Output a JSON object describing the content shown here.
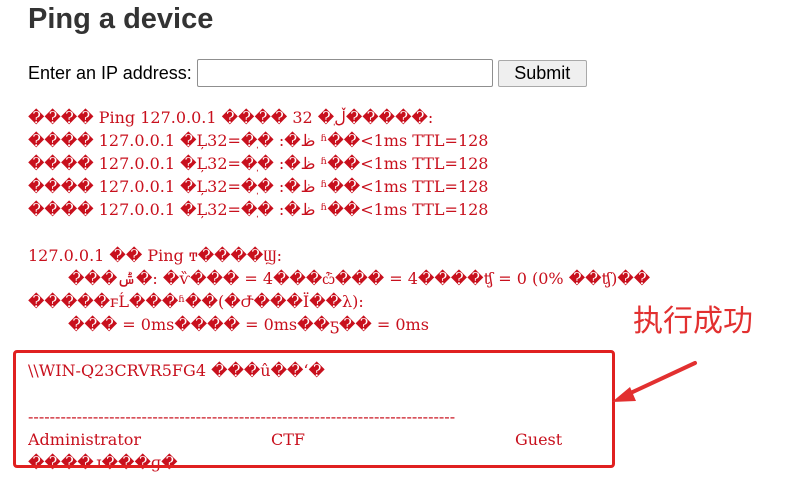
{
  "page": {
    "title": "Ping a device"
  },
  "form": {
    "label": "Enter an IP address:",
    "input_value": "",
    "submit_label": "Submit"
  },
  "output": {
    "lines_top": [
      "���� Ping 127.0.0.1 ���� 32 �ֽڵ�����:",
      "���� 127.0.0.1 �Ļظ�: �ֽ�=32 ʱ��<1ms TTL=128",
      "���� 127.0.0.1 �Ļظ�: �ֽ�=32 ʱ��<1ms TTL=128",
      "���� 127.0.0.1 �Ļظ�: �ֽ�=32 ʱ��<1ms TTL=128",
      "���� 127.0.0.1 �Ļظ�: �ֽ�=32 ʱ��<1ms TTL=128"
    ],
    "stats_header": "127.0.0.1 �� Ping ͳ����Ϣ:",
    "stats_packets": "���ݰ�: �ѷ��� = 4���ѽ��� = 4����ʧ = 0 (0% ��ʧ)��",
    "rtt_header": "�����г̵Ĺ���ʱ��(�Ժ���Ϊ��λ):",
    "rtt_values": "��� = 0ms���� = 0ms��ƽ�� = 0ms",
    "share_header": "\\\\WIN-Q23CRVR5FG4 ���û��ʻ�",
    "divider": "-------------------------------------------------------------------------------",
    "accounts": [
      "Administrator",
      "CTF",
      "Guest"
    ],
    "completion": "����ɹ���ɡ�"
  },
  "annotation": {
    "text": "执行成功",
    "color": "#e23030"
  },
  "colors": {
    "output_text": "#c8101d",
    "highlight_border": "#e02020",
    "title_text": "#333333"
  }
}
